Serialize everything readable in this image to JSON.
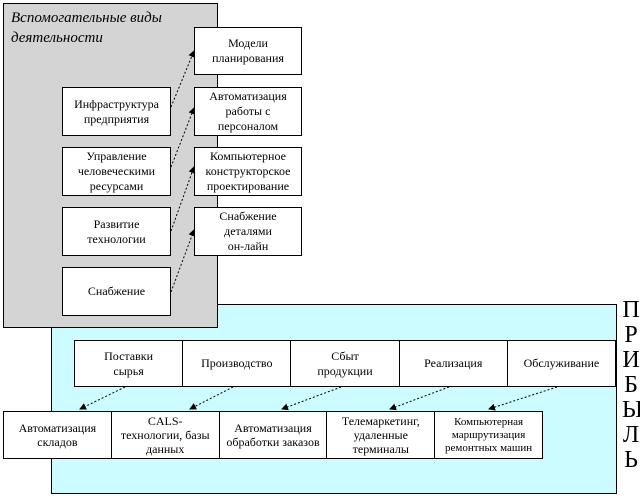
{
  "support": {
    "title": "Вспомогательные виды\nдеятельности",
    "activities": [
      "Инфраструктура\nпредприятия",
      "Управление\nчеловеческими\nресурсами",
      "Развитие\nтехнологии",
      "Снабжение"
    ],
    "technologies": [
      "Модели\nпланирования",
      "Автоматизация\nработы с\nперсоналом",
      "Компьютерное\nконструкторское\nпроектирование",
      "Снабжение\nдеталями\nон-лайн"
    ]
  },
  "primary": {
    "activities": [
      "Поставки\nсырья",
      "Производство",
      "Сбыт\nпродукции",
      "Реализация",
      "Обслуживание"
    ],
    "technologies": [
      "Автоматизация\nскладов",
      "CALS-\nтехнологии, базы\nданных",
      "Автоматизация\nобработки заказов",
      "Телемаркетинг,\nудаленные\nтерминалы",
      "Компьютерная\nмаршрутизация\nремонтных машин"
    ]
  },
  "profit_label": "ПРИБЫЛЬ"
}
